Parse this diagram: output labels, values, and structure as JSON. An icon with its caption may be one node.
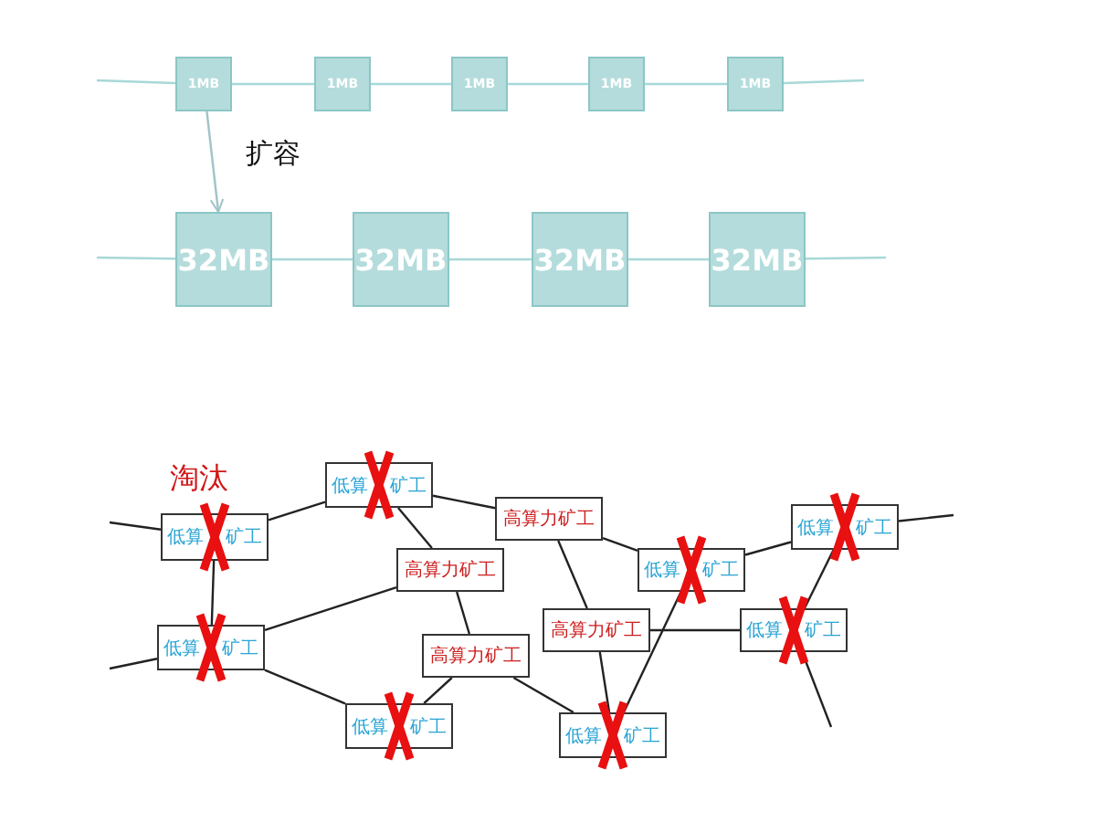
{
  "diagram": {
    "nodes": [
      {
        "text": [
          "1MB"
        ]
      },
      {
        "text": [
          "1MB"
        ]
      },
      {
        "text": [
          "1MB"
        ]
      },
      {
        "text": [
          "1MB"
        ]
      },
      {
        "text": [
          "1MB"
        ]
      },
      {
        "text": [
          "32MB"
        ]
      },
      {
        "text": [
          "32MB"
        ]
      },
      {
        "text": [
          "32MB"
        ]
      },
      {
        "text": [
          "32MB"
        ]
      },
      {
        "text": [
          "低算",
          "矿工"
        ]
      },
      {
        "text": [
          "低算",
          "矿工"
        ]
      },
      {
        "text": [
          "高算力矿工"
        ]
      },
      {
        "text": [
          "高算力矿工"
        ]
      },
      {
        "text": [
          "低算",
          "矿工"
        ]
      },
      {
        "text": [
          "高算力矿工"
        ]
      },
      {
        "text": [
          "低算",
          "矿工"
        ]
      },
      {
        "text": [
          "低算",
          "矿工"
        ]
      },
      {
        "text": [
          "高算力矿工"
        ]
      },
      {
        "text": [
          "低算",
          "矿工"
        ]
      },
      {
        "text": [
          "低算",
          "矿工"
        ]
      },
      {
        "text": [
          "低算",
          "矿工"
        ]
      }
    ],
    "edges": [
      {
        "from": null,
        "to": 0,
        "arrow": "none",
        "color": "#a8d8d8"
      },
      {
        "from": 0,
        "to": 1,
        "arrow": "none",
        "color": "#a8d8d8"
      },
      {
        "from": 1,
        "to": 2,
        "arrow": "none",
        "color": "#a8d8d8"
      },
      {
        "from": 2,
        "to": 3,
        "arrow": "none",
        "color": "#a8d8d8"
      },
      {
        "from": 3,
        "to": 4,
        "arrow": "none",
        "color": "#a8d8d8"
      },
      {
        "from": 4,
        "to": null,
        "arrow": "none",
        "color": "#a8d8d8"
      },
      {
        "from": null,
        "to": 5,
        "arrow": "none",
        "color": "#a8d8d8"
      },
      {
        "from": 5,
        "to": 6,
        "arrow": "none",
        "color": "#a8d8d8"
      },
      {
        "from": 6,
        "to": 7,
        "arrow": "none",
        "color": "#a8d8d8"
      },
      {
        "from": 7,
        "to": 8,
        "arrow": "none",
        "color": "#a8d8d8"
      },
      {
        "from": 8,
        "to": null,
        "arrow": "none",
        "color": "#a8d8d8"
      },
      {
        "from": 0,
        "to": 5,
        "arrow": "to",
        "label": "扩容",
        "color": "#a0c4c8"
      },
      {
        "from": null,
        "to": 9,
        "arrow": "none"
      },
      {
        "from": 9,
        "to": 10,
        "arrow": "none"
      },
      {
        "from": 9,
        "to": 13,
        "arrow": "none"
      },
      {
        "from": null,
        "to": 13,
        "arrow": "none"
      },
      {
        "from": 13,
        "to": 12,
        "arrow": "none"
      },
      {
        "from": 13,
        "to": 15,
        "arrow": "none"
      },
      {
        "from": 10,
        "to": 12,
        "arrow": "none"
      },
      {
        "from": 10,
        "to": 11,
        "arrow": "none"
      },
      {
        "from": 12,
        "to": 14,
        "arrow": "none"
      },
      {
        "from": 14,
        "to": 15,
        "arrow": "none"
      },
      {
        "from": 14,
        "to": 20,
        "arrow": "none"
      },
      {
        "from": 11,
        "to": 16,
        "arrow": "none"
      },
      {
        "from": 11,
        "to": 17,
        "arrow": "none"
      },
      {
        "from": 17,
        "to": 20,
        "arrow": "none"
      },
      {
        "from": 20,
        "to": 16,
        "arrow": "none"
      },
      {
        "from": 16,
        "to": 18,
        "arrow": "none"
      },
      {
        "from": 18,
        "to": null,
        "arrow": "none"
      },
      {
        "from": 18,
        "to": 19,
        "arrow": "none"
      },
      {
        "from": 17,
        "to": 19,
        "arrow": "none"
      },
      {
        "from": 19,
        "to": null,
        "arrow": "none"
      }
    ],
    "labels": [
      "淘汰"
    ]
  }
}
